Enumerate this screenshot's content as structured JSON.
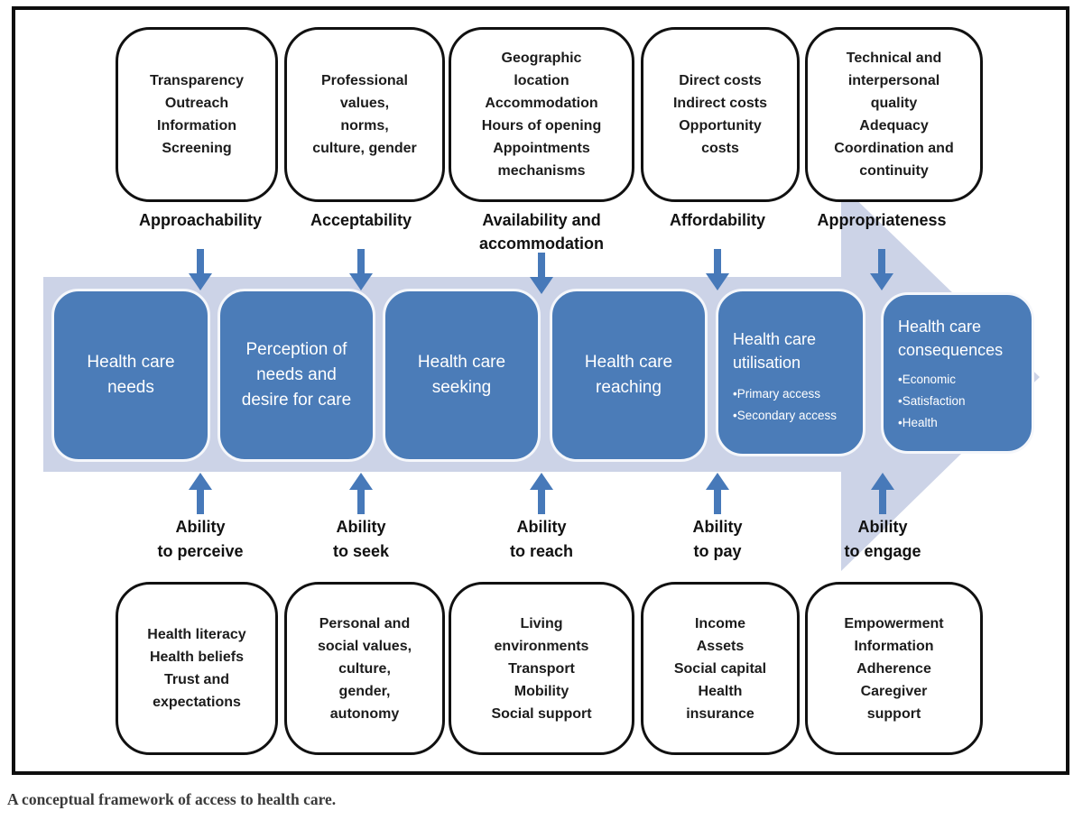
{
  "caption": "A conceptual framework of access to health care.",
  "supply_side": {
    "determinant_boxes": [
      "Transparency\nOutreach\nInformation\nScreening",
      "Professional\nvalues,\nnorms,\nculture, gender",
      "Geographic\nlocation\nAccommodation\nHours of opening\nAppointments\nmechanisms",
      "Direct costs\nIndirect costs\nOpportunity\ncosts",
      "Technical and\ninterpersonal\nquality\nAdequacy\nCoordination and\ncontinuity"
    ],
    "dimension_labels": [
      "Approachability",
      "Acceptability",
      "Availability and\naccommodation",
      "Affordability",
      "Appropriateness"
    ]
  },
  "process": {
    "stages": [
      {
        "title": "Health care\nneeds",
        "bullets": []
      },
      {
        "title": "Perception of\nneeds and\ndesire for care",
        "bullets": []
      },
      {
        "title": "Health care\nseeking",
        "bullets": []
      },
      {
        "title": "Health care\nreaching",
        "bullets": []
      },
      {
        "title": "Health care\nutilisation",
        "bullets": [
          "•Primary access",
          "•Secondary access"
        ]
      },
      {
        "title": "Health care\nconsequences",
        "bullets": [
          "•Economic",
          "•Satisfaction",
          "•Health"
        ]
      }
    ]
  },
  "demand_side": {
    "ability_labels": [
      "Ability\nto perceive",
      "Ability\nto seek",
      "Ability\nto reach",
      "Ability\nto pay",
      "Ability\nto engage"
    ],
    "determinant_boxes": [
      "Health literacy\nHealth beliefs\nTrust and\nexpectations",
      "Personal and\nsocial values,\nculture,\ngender,\nautonomy",
      "Living\nenvironments\nTransport\nMobility\nSocial support",
      "Income\nAssets\nSocial capital\nHealth\ninsurance",
      "Empowerment\nInformation\nAdherence\nCaregiver\nsupport"
    ]
  },
  "colors": {
    "stage_box_blue": "#4b7cb8",
    "band_light_blue": "#ccd3e7",
    "small_arrow_blue": "#4779b9",
    "box_border_black": "#111111"
  },
  "icons": {
    "down_arrow": "down-arrow-icon",
    "up_arrow": "up-arrow-icon",
    "flow_arrow_band": "right-flow-arrow"
  }
}
